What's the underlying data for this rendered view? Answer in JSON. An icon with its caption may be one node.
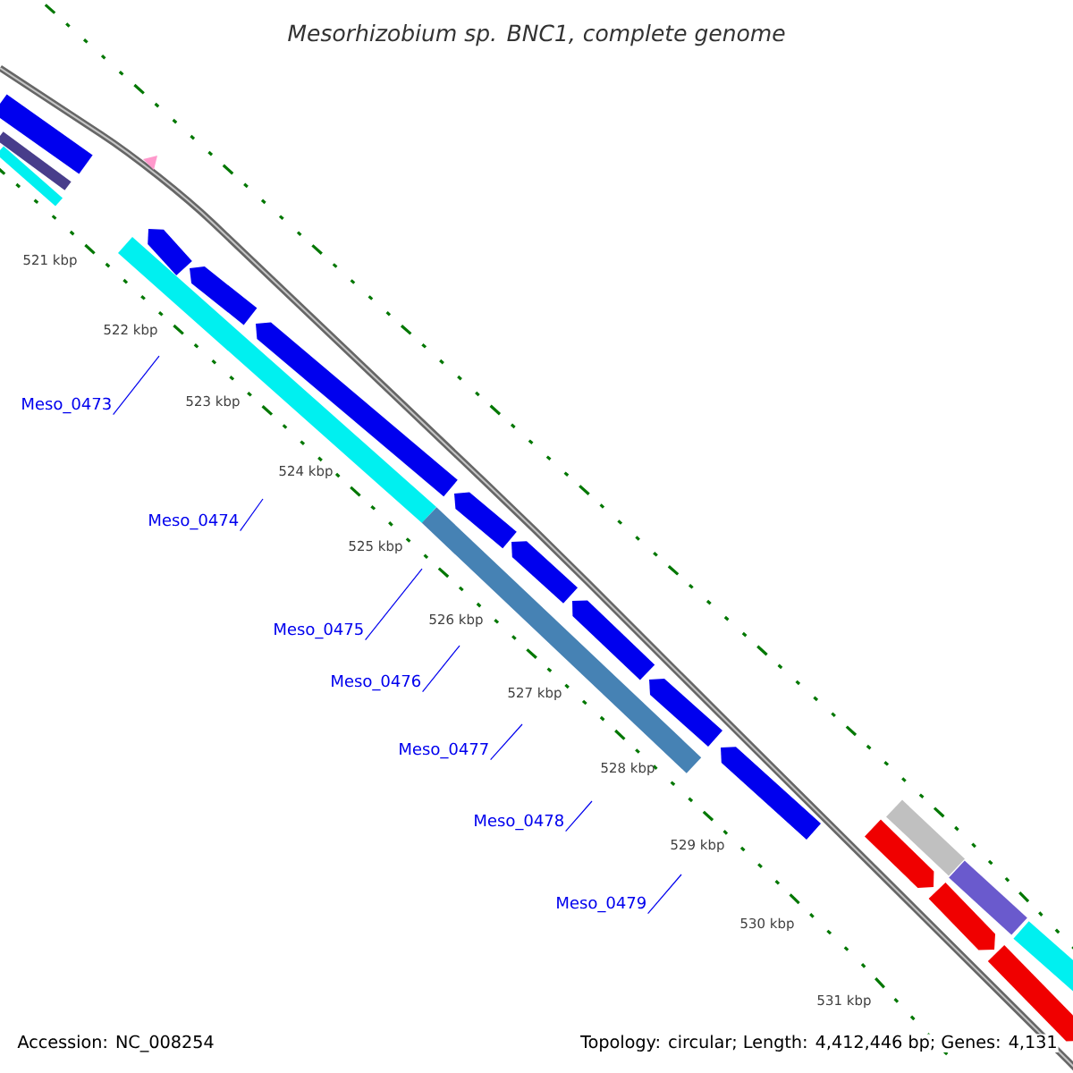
{
  "diagram": {
    "title": "Mesorhizobium sp. BNC1, complete genome",
    "nodes": [
      {
        "text": [
          "Meso_0473"
        ]
      },
      {
        "text": [
          "Meso_0474"
        ]
      },
      {
        "text": [
          "Meso_0475"
        ]
      },
      {
        "text": [
          "Meso_0476"
        ]
      },
      {
        "text": [
          "Meso_0477"
        ]
      },
      {
        "text": [
          "Meso_0478"
        ]
      },
      {
        "text": [
          "Meso_0479"
        ]
      }
    ],
    "edges": [
      {
        "from": 0,
        "to": null,
        "arrow": "none"
      },
      {
        "from": 1,
        "to": null,
        "arrow": "none"
      },
      {
        "from": 2,
        "to": null,
        "arrow": "none"
      },
      {
        "from": 3,
        "to": null,
        "arrow": "none"
      },
      {
        "from": 4,
        "to": null,
        "arrow": "none"
      },
      {
        "from": 5,
        "to": null,
        "arrow": "none"
      },
      {
        "from": 6,
        "to": null,
        "arrow": "none"
      }
    ],
    "labels": [
      "521 kbp",
      "522 kbp",
      "523 kbp",
      "524 kbp",
      "525 kbp",
      "526 kbp",
      "527 kbp",
      "528 kbp",
      "529 kbp",
      "530 kbp",
      "531 kbp",
      "Accession: NC_008254",
      "Topology: circular; Length: 4,412,446 bp; Genes: 4,131"
    ]
  }
}
